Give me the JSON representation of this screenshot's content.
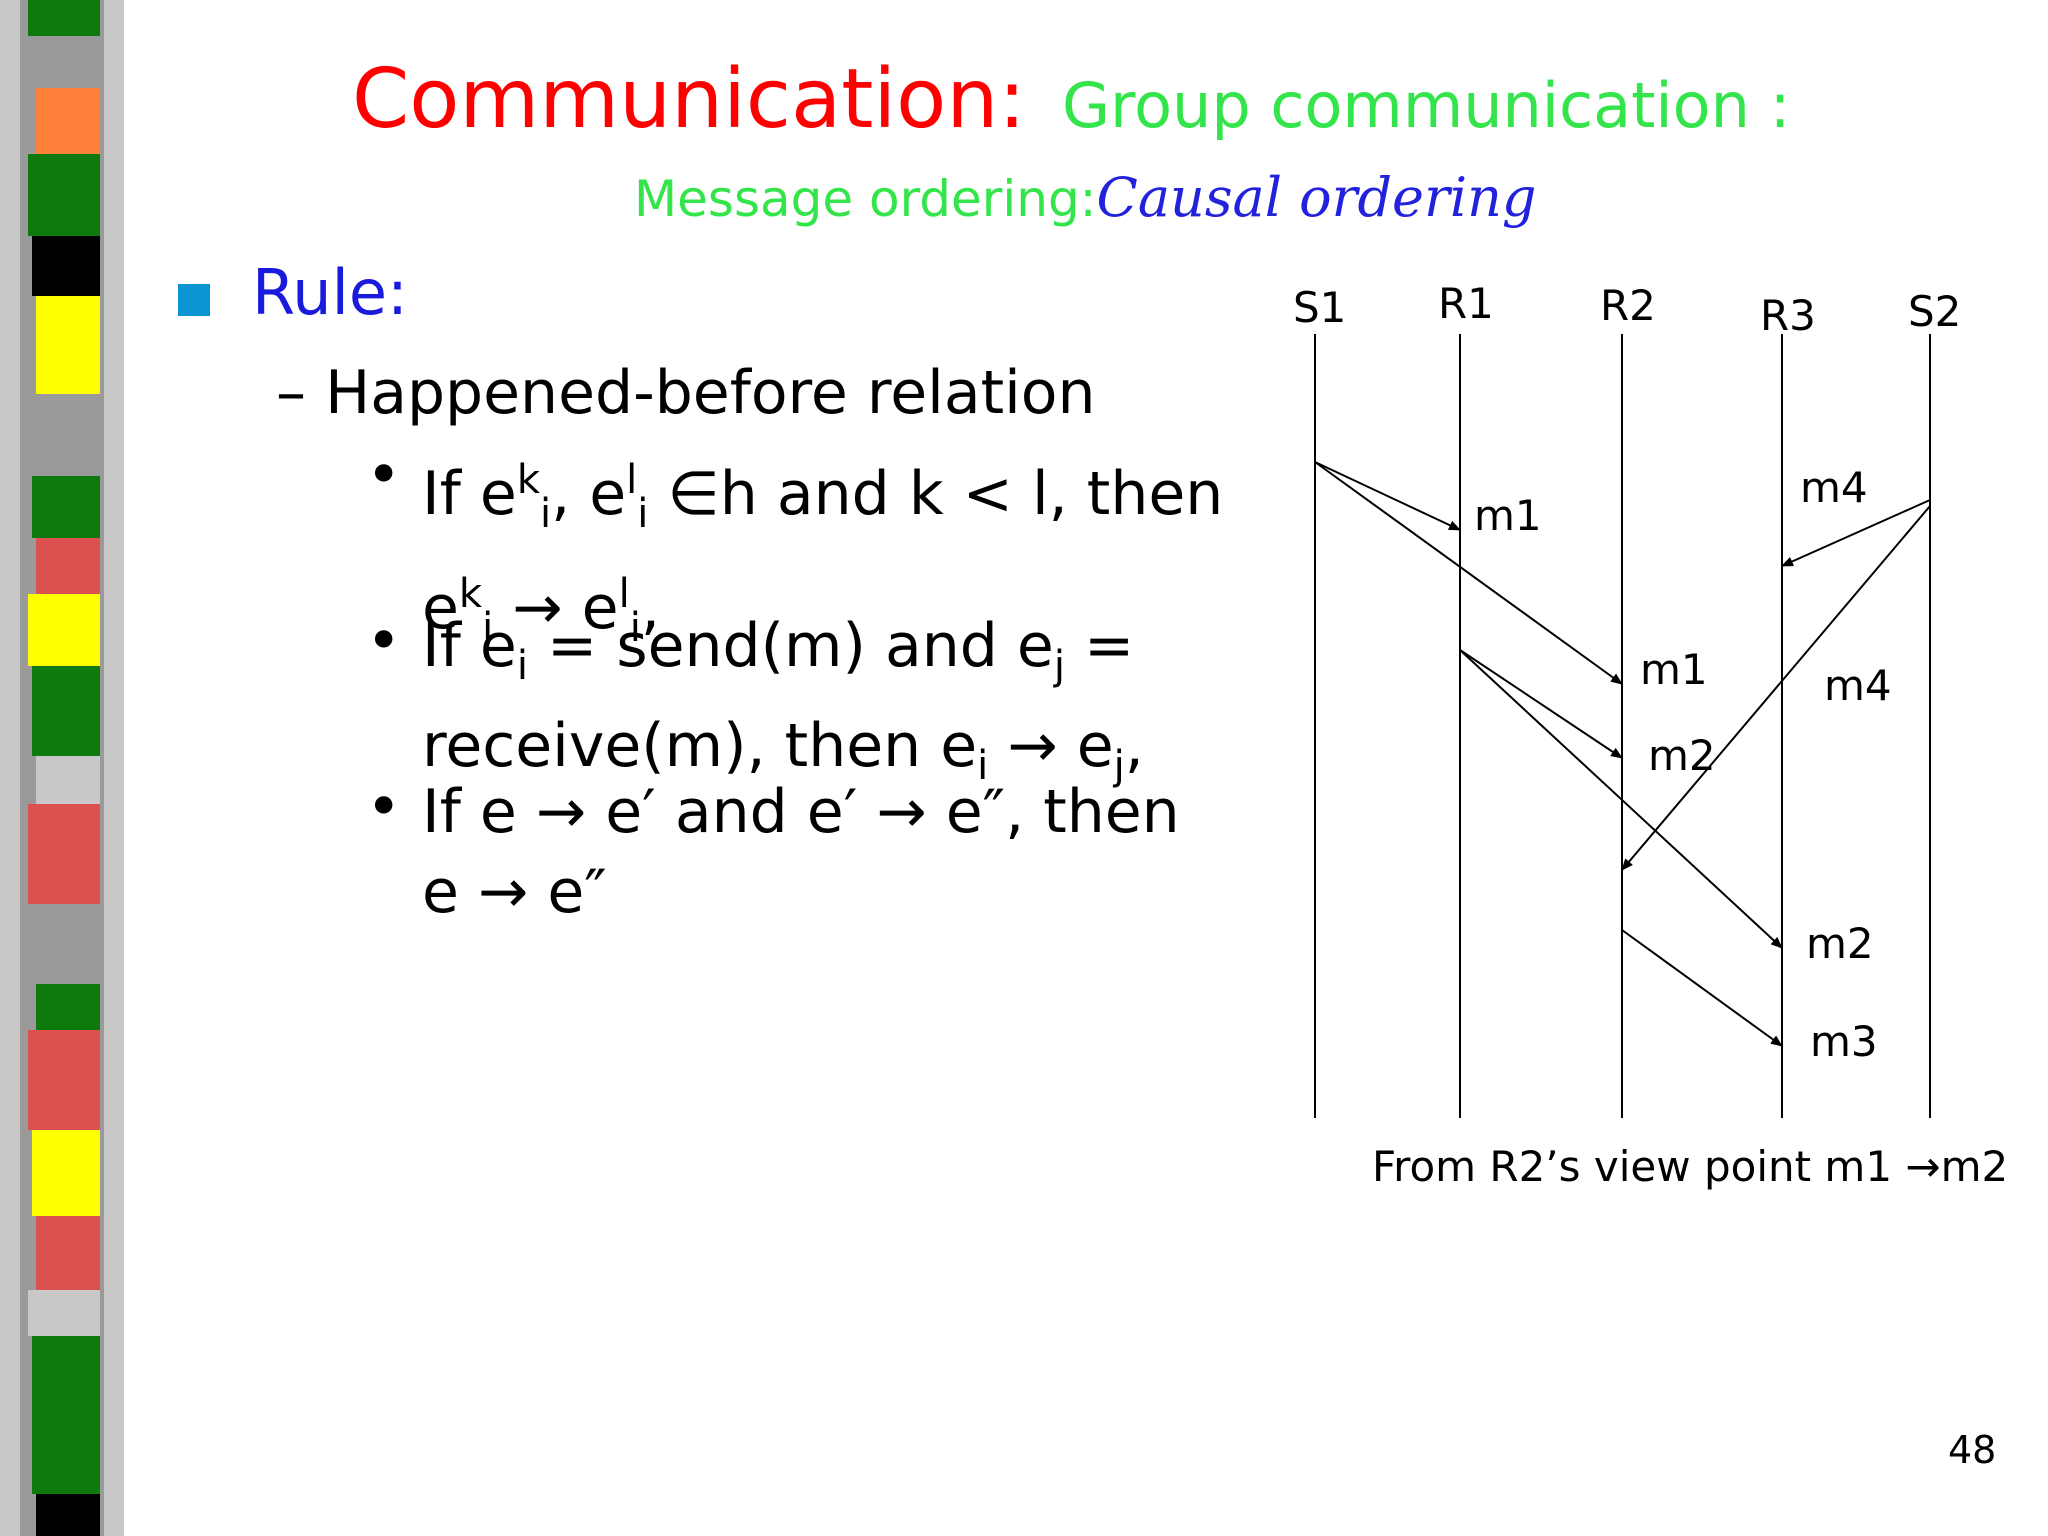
{
  "title": {
    "main": "Communication:",
    "sub": "Group communication :"
  },
  "subtitle": {
    "plain": "Message ordering:",
    "italic": "Causal ordering"
  },
  "rule": {
    "label": "Rule:",
    "dash_item": "– Happened-before relation",
    "bullet_symbol": "•",
    "bullets": [
      {
        "lines": [
          [
            [
              "t",
              "If e"
            ],
            [
              "sup",
              "k"
            ],
            [
              "sub",
              "i"
            ],
            [
              "t",
              ", e"
            ],
            [
              "sup",
              "l"
            ],
            [
              "sub",
              "i"
            ],
            [
              "t",
              " ∈h and k < l, then"
            ]
          ],
          [
            [
              "t",
              "e"
            ],
            [
              "sup",
              "k"
            ],
            [
              "sub",
              "i"
            ],
            [
              "t",
              " → e"
            ],
            [
              "sup",
              "l"
            ],
            [
              "sub",
              "i"
            ],
            [
              "t",
              ","
            ]
          ]
        ]
      },
      {
        "lines": [
          [
            [
              "t",
              "If e"
            ],
            [
              "sub",
              "i"
            ],
            [
              "t",
              " = send(m) and e"
            ],
            [
              "sub",
              "j"
            ],
            [
              "t",
              " ="
            ]
          ],
          [
            [
              "t",
              "receive(m), then e"
            ],
            [
              "sub",
              "i"
            ],
            [
              "t",
              " → e"
            ],
            [
              "sub",
              "j"
            ],
            [
              "t",
              ","
            ]
          ]
        ]
      },
      {
        "lines": [
          [
            [
              "t",
              "If e → e′ and e′ → e″, then"
            ]
          ],
          [
            [
              "t",
              "e → e″"
            ]
          ]
        ]
      }
    ]
  },
  "diagram": {
    "processes": [
      "S1",
      "R1",
      "R2",
      "R3",
      "S2"
    ],
    "messages": [
      {
        "label": "m1",
        "from": "S1",
        "to": "R1"
      },
      {
        "label": "m1",
        "from": "S1",
        "to": "R2"
      },
      {
        "label": "m2",
        "from": "R1",
        "to": "R2"
      },
      {
        "label": "m2",
        "from": "R1",
        "to": "R3"
      },
      {
        "label": "m3",
        "from": "R2",
        "to": "R3"
      },
      {
        "label": "m4",
        "from": "S2",
        "to": "R3"
      },
      {
        "label": "m4",
        "from": "S2",
        "to": "R2"
      }
    ],
    "caption": "From R2’s view point m1 →m2"
  },
  "page_number": "48",
  "colors": {
    "title": "#ff0000",
    "subtitle": "#33e54a",
    "italic": "#2222dd",
    "rule": "#1a1add",
    "bullet_square": "#0b95d2",
    "stripes": [
      "#0e7a0e",
      "#9a9a9a",
      "#ff8038",
      "#0e7a0e",
      "#000000",
      "#ffff00",
      "#9a9a9a",
      "#0e7a0e",
      "#dd5050",
      "#ffff00",
      "#0e7a0e",
      "#c8c8c8",
      "#dd5050",
      "#9a9a9a",
      "#0e7a0e",
      "#dd5050",
      "#ffff00",
      "#dd5050",
      "#c8c8c8",
      "#0e7a0e",
      "#000000"
    ]
  }
}
